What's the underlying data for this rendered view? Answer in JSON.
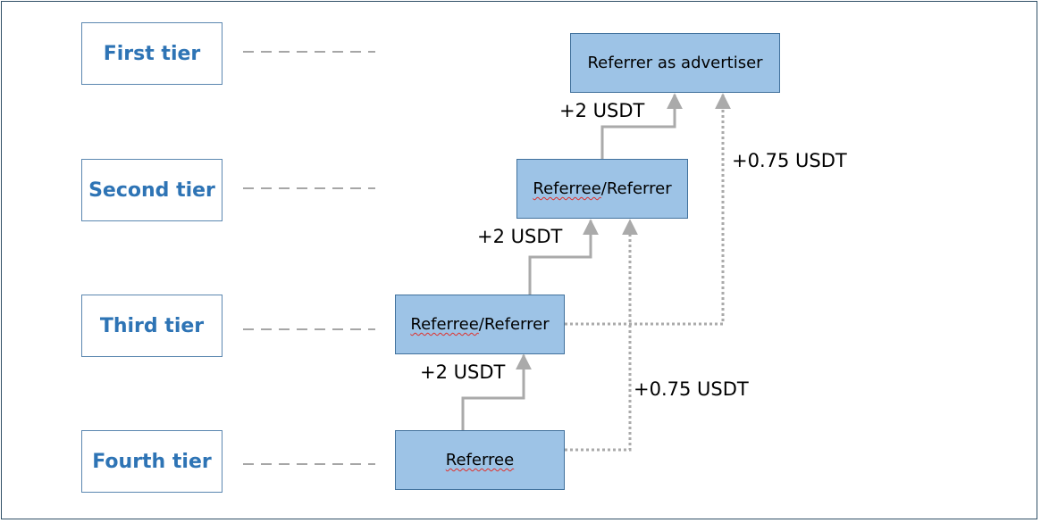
{
  "tiers": [
    {
      "label": "First tier"
    },
    {
      "label": "Second tier"
    },
    {
      "label": "Third tier"
    },
    {
      "label": "Fourth tier"
    }
  ],
  "nodes": {
    "advertiser": "Referrer as advertiser",
    "second": {
      "a": "Referree",
      "b": "/Referrer"
    },
    "third": {
      "a": "Referree",
      "b": "/Referrer"
    },
    "fourth": "Referree"
  },
  "rewards": {
    "direct_4_to_3": "+2 USDT",
    "direct_3_to_2": "+2 USDT",
    "direct_2_to_1": "+2 USDT",
    "indirect_3_to_1": "+0.75 USDT",
    "indirect_4_to_2": "+0.75 USDT"
  },
  "colors": {
    "tier_text": "#2e74b5",
    "node_fill": "#9dc3e6",
    "node_border": "#41719c",
    "connector": "#aaaaaa",
    "spell_underline": "#e0302b"
  }
}
